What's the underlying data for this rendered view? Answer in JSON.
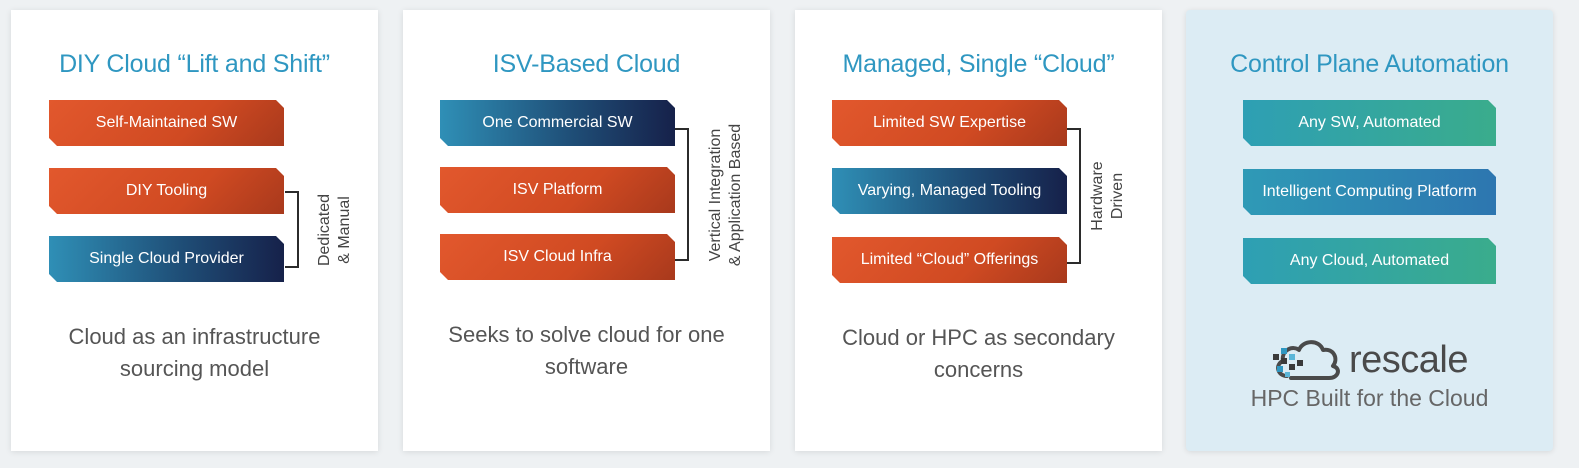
{
  "columns": [
    {
      "title": "DIY Cloud “Lift and Shift”",
      "boxes": [
        "Self-Maintained SW",
        "DIY Tooling",
        "Single Cloud Provider"
      ],
      "bracket_label": [
        "Dedicated",
        "& Manual"
      ],
      "description": [
        "Cloud as an infrastructure",
        "sourcing model"
      ]
    },
    {
      "title": "ISV-Based Cloud",
      "boxes": [
        "One Commercial SW",
        "ISV Platform",
        "ISV Cloud Infra"
      ],
      "bracket_label": [
        "Vertical Integration",
        "& Application Based"
      ],
      "description": [
        "Seeks to solve cloud for one",
        "software"
      ]
    },
    {
      "title": "Managed, Single “Cloud”",
      "boxes": [
        "Limited SW Expertise",
        "Varying, Managed Tooling",
        "Limited “Cloud” Offerings"
      ],
      "bracket_label": [
        "Hardware",
        "Driven"
      ],
      "description": [
        "Cloud or HPC as secondary",
        "concerns"
      ]
    },
    {
      "title": "Control Plane Automation",
      "boxes": [
        "Any SW, Automated",
        "Intelligent Computing Platform",
        "Any Cloud, Automated"
      ],
      "logo_text": "rescale",
      "tagline": "HPC Built for the Cloud"
    }
  ],
  "colors": {
    "title_blue": "#2f97c1",
    "orange": "#d04a22",
    "navy": "#16214a",
    "teal": "#3aac8c",
    "highlight_bg": "#dcecf4"
  }
}
